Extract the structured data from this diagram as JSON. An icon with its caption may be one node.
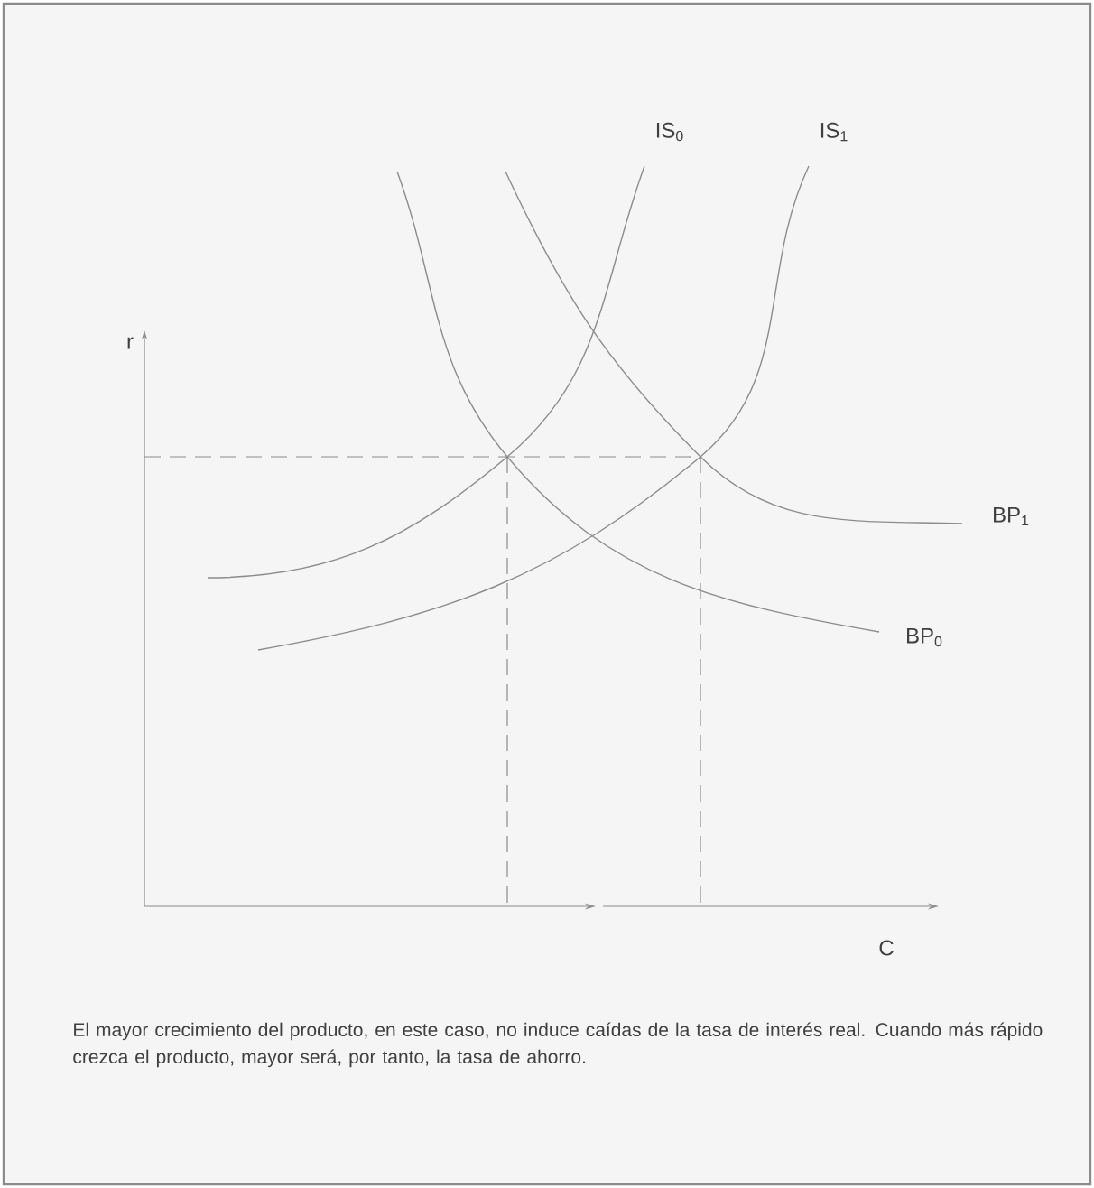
{
  "diagram": {
    "caption": "El mayor crecimiento del producto, en este caso, no induce caídas de la tasa de interés real. Cuando más rápido crezca el producto, mayor será, por tanto, la tasa de ahorro.",
    "labels": [
      "r",
      "IS$_{0}$",
      "IS$_{1}$",
      "BP$_{1}$",
      "BP$_{0}$",
      "C"
    ]
  }
}
